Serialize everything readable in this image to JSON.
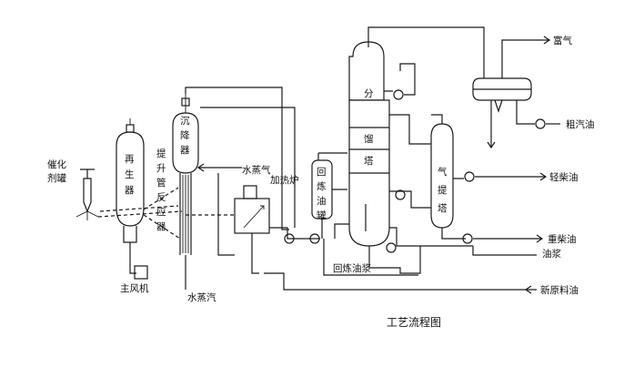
{
  "diagram": {
    "caption": "工艺流程图",
    "labels": {
      "catalyst_tank": [
        "催化",
        "剂罐"
      ],
      "regenerator": [
        "再",
        "生",
        "器"
      ],
      "settler": [
        "沉",
        "降",
        "器"
      ],
      "riser": [
        "提",
        "升",
        "管",
        "反",
        "应",
        "器"
      ],
      "main_blower": "主风机",
      "steam_bottom": "水蒸汽",
      "steam_mid": "水蒸气",
      "heater": "加热炉",
      "recycle_tank": [
        "回",
        "炼",
        "油",
        "罐"
      ],
      "fractionator_top": "分",
      "fractionator_body": [
        "馏",
        "塔"
      ],
      "stripper": [
        "气",
        "提",
        "塔"
      ],
      "rich_gas": "富气",
      "crude_gasoline": "粗汽油",
      "light_diesel": "轻柴油",
      "heavy_diesel": "重柴油",
      "slurry_oil": "油浆",
      "recycle_slurry": "回炼油浆",
      "fresh_feed": "新原料油"
    }
  }
}
